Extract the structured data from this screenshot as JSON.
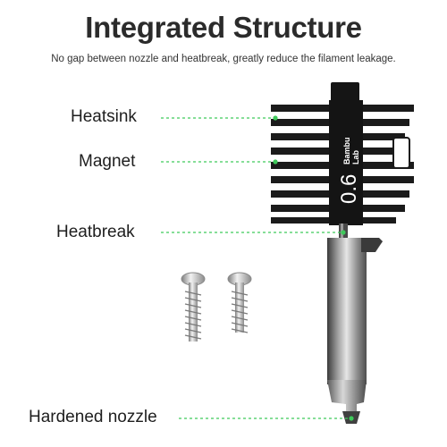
{
  "header": {
    "title": "Integrated Structure",
    "subtitle": "No gap between nozzle and heatbreak, greatly reduce the filament leakage."
  },
  "callouts": [
    {
      "id": "heatsink",
      "label": "Heatsink"
    },
    {
      "id": "magnet",
      "label": "Magnet"
    },
    {
      "id": "heatbreak",
      "label": "Heatbreak"
    },
    {
      "id": "nozzle",
      "label": "Hardened nozzle"
    }
  ],
  "product": {
    "size_marking": "0.6",
    "brand_line1": "Bambu",
    "brand_line2": "Lab"
  },
  "colors": {
    "leader_line": "#3ec95a",
    "heatsink": "#1b1b1b",
    "text": "#2b2b2b"
  },
  "icons": [
    "screw-icon",
    "screw-icon"
  ]
}
